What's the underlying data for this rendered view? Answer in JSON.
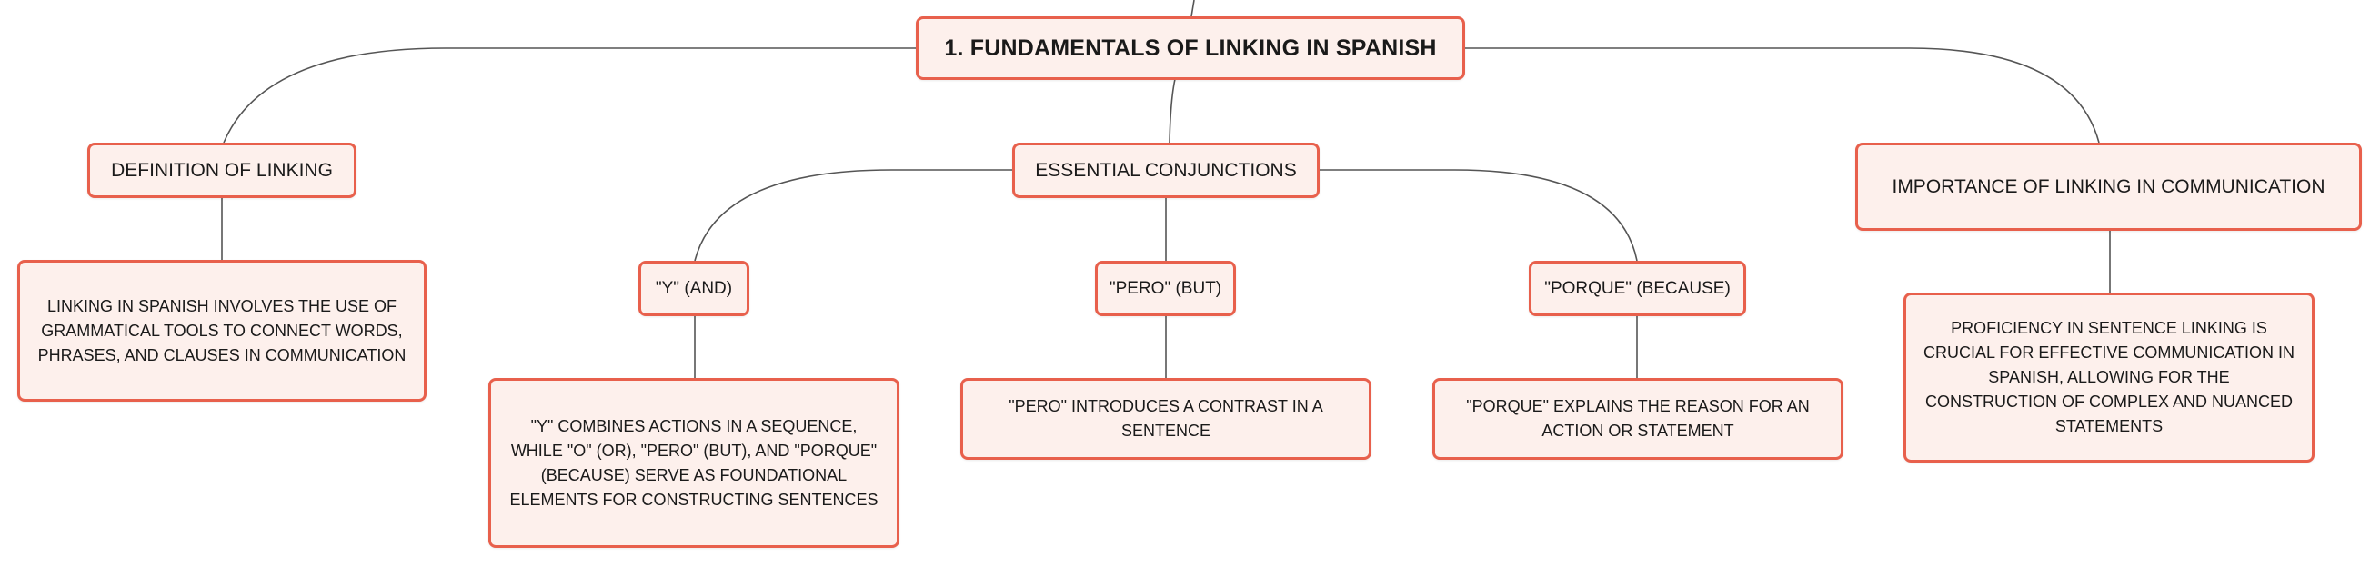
{
  "colors": {
    "node_fill": "#fdf0ec",
    "node_border": "#e8604c",
    "connector": "#555555",
    "text": "#1a1a1a"
  },
  "root": {
    "label": "1. FUNDAMENTALS OF LINKING IN SPANISH"
  },
  "topics": {
    "definition": {
      "label": "DEFINITION OF LINKING",
      "detail": "LINKING IN SPANISH INVOLVES THE USE OF GRAMMATICAL TOOLS TO CONNECT WORDS, PHRASES, AND CLAUSES IN COMMUNICATION"
    },
    "conjunctions": {
      "label": "ESSENTIAL CONJUNCTIONS",
      "y": {
        "label": "\"Y\" (AND)",
        "detail": "\"Y\" COMBINES ACTIONS IN A SEQUENCE, WHILE \"O\" (OR), \"PERO\" (BUT), AND \"PORQUE\" (BECAUSE) SERVE AS FOUNDATIONAL ELEMENTS FOR CONSTRUCTING SENTENCES"
      },
      "pero": {
        "label": "\"PERO\" (BUT)",
        "detail": "\"PERO\" INTRODUCES A CONTRAST IN A SENTENCE"
      },
      "porque": {
        "label": "\"PORQUE\" (BECAUSE)",
        "detail": "\"PORQUE\" EXPLAINS THE REASON FOR AN ACTION OR STATEMENT"
      }
    },
    "importance": {
      "label": "IMPORTANCE OF LINKING IN COMMUNICATION",
      "detail": "PROFICIENCY IN SENTENCE LINKING IS CRUCIAL FOR EFFECTIVE COMMUNICATION IN SPANISH, ALLOWING FOR THE CONSTRUCTION OF COMPLEX AND NUANCED STATEMENTS"
    }
  }
}
